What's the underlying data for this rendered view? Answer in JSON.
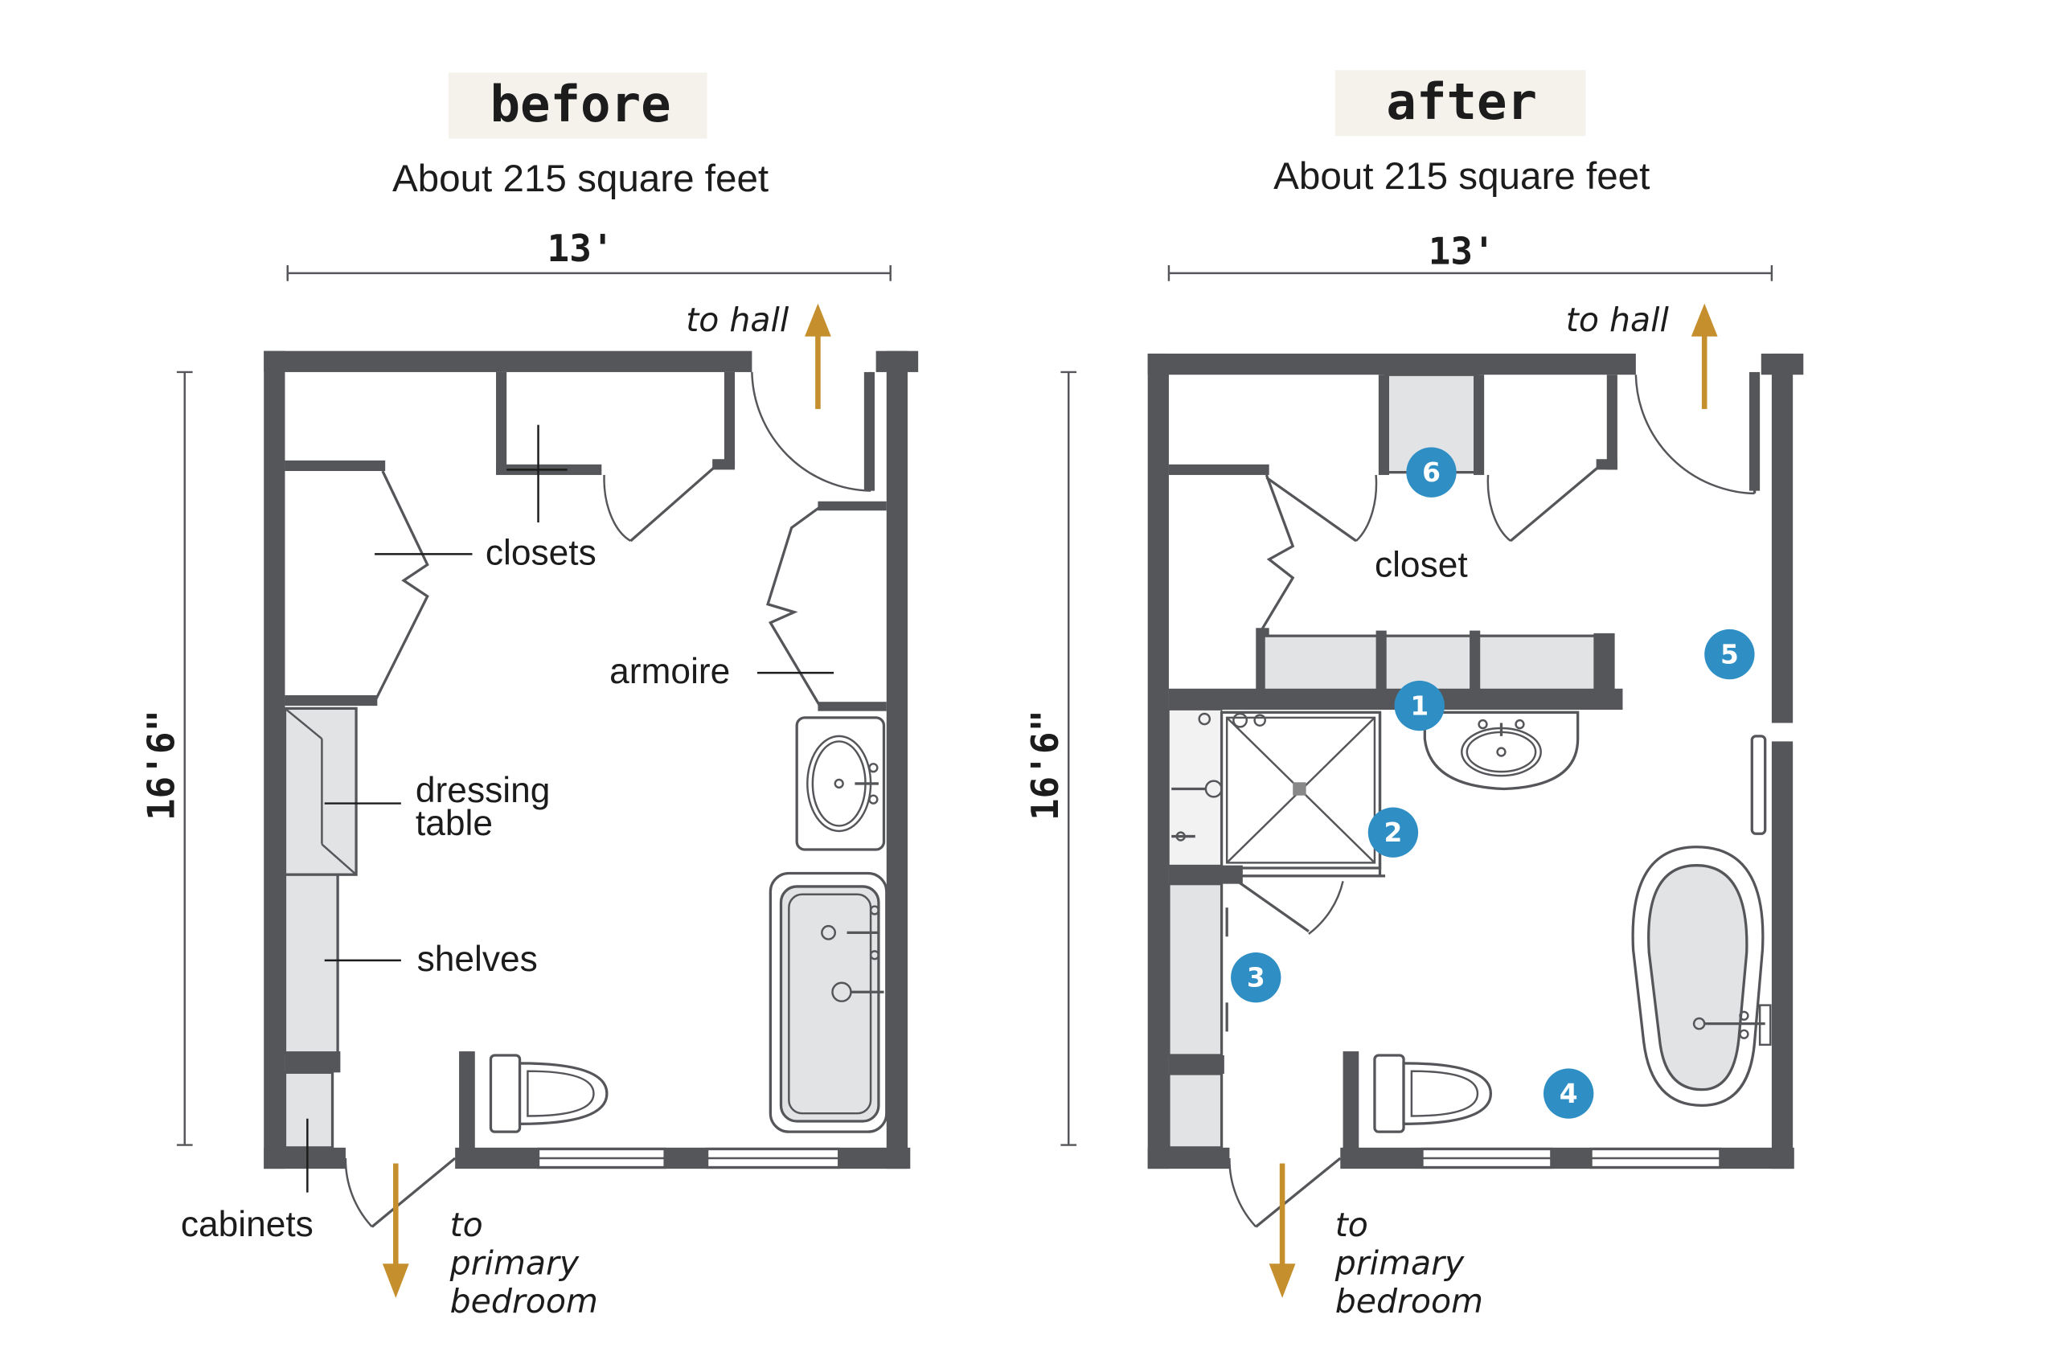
{
  "before": {
    "heading": "before",
    "area": "About 215 square feet",
    "width_dim": "13'",
    "height_dim": "16'6\"",
    "to_hall": "to hall",
    "to_primary": [
      "to",
      "primary",
      "bedroom"
    ],
    "labels": {
      "closets": "closets",
      "armoire": "armoire",
      "dressing_1": "dressing",
      "dressing_2": "table",
      "shelves": "shelves",
      "cabinets": "cabinets"
    }
  },
  "after": {
    "heading": "after",
    "area": "About 215 square feet",
    "width_dim": "13'",
    "height_dim": "16'6\"",
    "to_hall": "to hall",
    "to_primary": [
      "to",
      "primary",
      "bedroom"
    ],
    "labels": {
      "closet": "closet"
    },
    "markers": [
      "1",
      "2",
      "3",
      "4",
      "5",
      "6"
    ]
  },
  "colors": {
    "wall": "#555659",
    "fixture_fill": "#e2e3e5",
    "arrow": "#c58f2e",
    "marker": "#2f8fc4",
    "heading_bg": "#f5f2ec",
    "text": "#1c1c1c"
  },
  "icons": [
    "arrow-up-icon",
    "arrow-down-icon",
    "toilet-icon",
    "sink-icon",
    "bathtub-icon",
    "shower-icon"
  ]
}
